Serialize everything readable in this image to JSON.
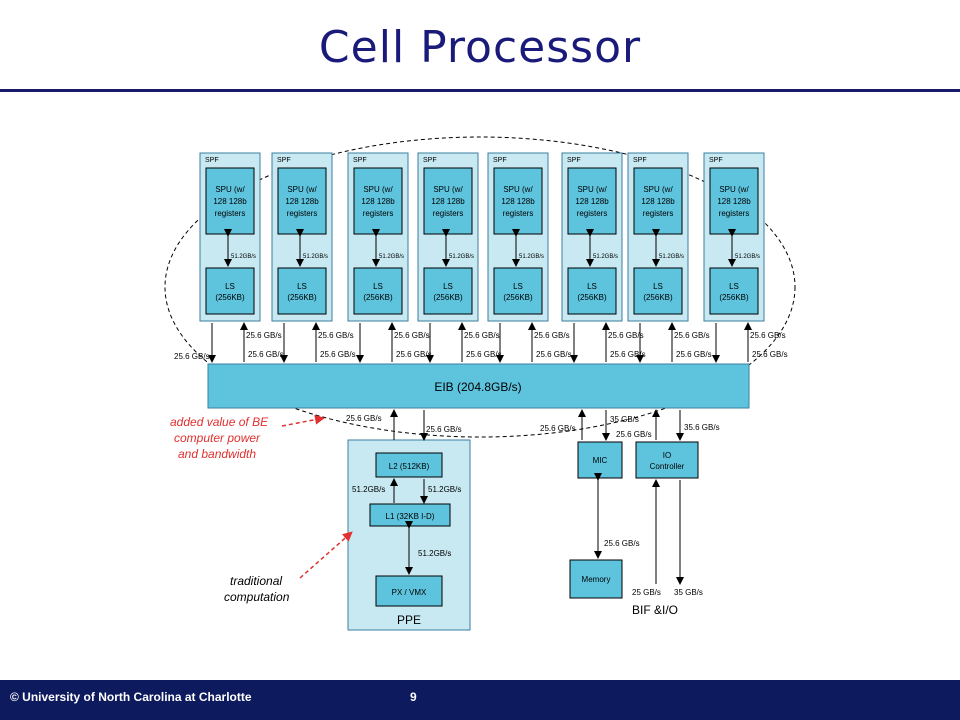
{
  "slide": {
    "title": "Cell Processor",
    "footer_text": "© University  of  North  Carolina at Charlotte",
    "page_number": "9"
  },
  "diagram": {
    "spe_units": [
      {
        "spf": "SPF",
        "spu": [
          "SPU (w/",
          "128 128b",
          "registers"
        ],
        "ls": [
          "LS",
          "(256KB)"
        ],
        "bw": "51.2GB/s"
      },
      {
        "spf": "SPF",
        "spu": [
          "SPU (w/",
          "128 128b",
          "registers"
        ],
        "ls": [
          "LS",
          "(256KB)"
        ],
        "bw": "51.2GB/s"
      },
      {
        "spf": "SPF",
        "spu": [
          "SPU (w/",
          "128 128b",
          "registers"
        ],
        "ls": [
          "LS",
          "(256KB)"
        ],
        "bw": "51.2GB/s"
      },
      {
        "spf": "SPF",
        "spu": [
          "SPU (w/",
          "128 128b",
          "registers"
        ],
        "ls": [
          "LS",
          "(256KB)"
        ],
        "bw": "51.2GB/s"
      },
      {
        "spf": "SPF",
        "spu": [
          "SPU (w/",
          "128 128b",
          "registers"
        ],
        "ls": [
          "LS",
          "(256KB)"
        ],
        "bw": "51.2GB/s"
      },
      {
        "spf": "SPF",
        "spu": [
          "SPU (w/",
          "128 128b",
          "registers"
        ],
        "ls": [
          "LS",
          "(256KB)"
        ],
        "bw": "51.2GB/s"
      },
      {
        "spf": "SPF",
        "spu": [
          "SPU (w/",
          "128 128b",
          "registers"
        ],
        "ls": [
          "LS",
          "(256KB)"
        ],
        "bw": "51.2GB/s"
      },
      {
        "spf": "SPF",
        "spu": [
          "SPU (w/",
          "128 128b",
          "registers"
        ],
        "ls": [
          "LS",
          "(256KB)"
        ],
        "bw": "51.2GB/s"
      }
    ],
    "spe_bus_bw": "25.6 GB/s",
    "eib": "EIB (204.8GB/s)",
    "ppe": {
      "label": "PPE",
      "l2": "L2 (512KB)",
      "l1": "L1 (32KB I-D)",
      "core": "PX / VMX",
      "bw_eib": "25.6 GB/s",
      "bw_l2_l1": "51.2GB/s",
      "bw_l1_core": "51.2GB/s"
    },
    "mic": "MIC",
    "io_controller": [
      "IO",
      "Controller"
    ],
    "memory": "Memory",
    "bif_label": "BIF &I/O",
    "bw_eib_mic_left": "25.6 GB/s",
    "bw_eib_mic_right": "35 GB/s",
    "bw_eib_io_left": "25.6 GB/s",
    "bw_eib_io_right": "35.6 GB/s",
    "bw_mic_memory": "25.6 GB/s",
    "bw_io_out_1": "25 GB/s",
    "bw_io_out_2": "35 GB/s",
    "annotations": {
      "added_value": [
        "added value of BE",
        "computer power",
        "and bandwidth"
      ],
      "traditional": [
        "traditional",
        "computation"
      ]
    }
  }
}
